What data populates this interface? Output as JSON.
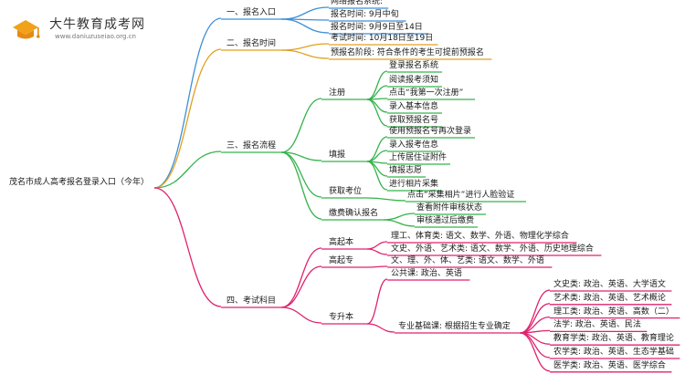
{
  "logo": {
    "name": "大牛教育成考网",
    "url": "www.daniuzuseiao.org.cn"
  },
  "root": "茂名市成人高考报名登录入口（今年）",
  "branches": [
    {
      "label": "一、报名入口",
      "color": "#3d8fd6",
      "items": [
        "网络报名系统:",
        "报名时间: 9月中旬",
        "报名时间: 9月9日至14日"
      ]
    },
    {
      "label": "二、报名时间",
      "color": "#e0a020",
      "items": [
        "考试时间: 10月18日至19日",
        "预报名阶段: 符合条件的考生可提前预报名"
      ]
    },
    {
      "label": "三、报名流程",
      "color": "#34b34a",
      "groups": [
        {
          "label": "注册",
          "items": [
            "登录报名系统",
            "阅读报考须知",
            "点击“我第一次注册”",
            "录入基本信息",
            "获取预报名号"
          ]
        },
        {
          "label": "填报",
          "items": [
            "使用预报名号再次登录",
            "录入报考信息",
            "上传居住证附件",
            "填报志愿",
            "进行相片采集"
          ]
        },
        {
          "label": "获取考位",
          "items": [
            "点击“采集相片”进行人脸验证"
          ]
        },
        {
          "label": "缴费确认报名",
          "items": [
            "查看附件审核状态",
            "审核通过后缴费"
          ]
        }
      ]
    },
    {
      "label": "四、考试科目",
      "color": "#e0226e",
      "groups": [
        {
          "label": "高起本",
          "items": [
            "理工、体育类: 语文、数学、外语、物理化学综合",
            "文史、外语、艺术类: 语文、数学、外语、历史地理综合"
          ]
        },
        {
          "label": "高起专",
          "items": [
            "文、理、外、体、艺类: 语文、数学、外语"
          ]
        },
        {
          "label": "专升本",
          "items": [
            "公共课: 政治、英语"
          ],
          "sub": {
            "label": "专业基础课: 根据招生专业确定",
            "items": [
              "文史类: 政治、英语、大学语文",
              "艺术类: 政治、英语、艺术概论",
              "理工类: 政治、英语、高数（二）",
              "法学: 政治、英语、民法",
              "教育学类: 政治、英语、教育理论",
              "农学类: 政治、英语、生态学基础",
              "医学类: 政治、英语、医学综合"
            ]
          }
        }
      ]
    }
  ]
}
